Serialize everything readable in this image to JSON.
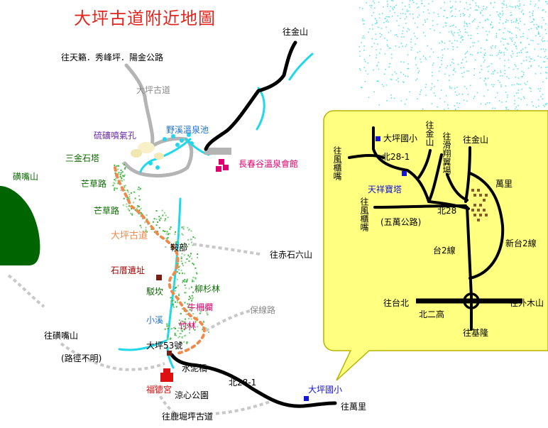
{
  "title": "大坪古道附近地圖",
  "colors": {
    "title": "#e2261f",
    "road": "#000000",
    "grey_trail": "#b4b4b4",
    "dotted_trail": "#c8c8c8",
    "river": "#1fd8ea",
    "inset_bg": "#ffff80",
    "inset_border": "#b9b400",
    "mountain": "#006400",
    "sky_speckle": "#54e0e6",
    "main_trail": "#f08a4b",
    "school_marker": "#1515d6",
    "onsen_marker": "#e0006f",
    "temple_marker": "#dd1111",
    "ruins_marker": "#7a1e12"
  },
  "labels": {
    "zhujinshan": "往金山",
    "tianlai": "往天籟．秀峰坪．陽金公路",
    "daping_old_road_top": "大坪古道",
    "liuhuang_fumarole": "硫礦噴氣孔",
    "yexi_hotspring": "野溪溫泉池",
    "sanjin_shita": "三金石塔",
    "changchungu": "長春谷溫泉會館",
    "mangcao_1": "芒草路",
    "mangcao_2": "芒草路",
    "kuanggaoshan": "磺嘴山",
    "daping_old_road_mid": "大坪古道",
    "ao_bu": "鞍部",
    "zhu_chishiliu": "往赤石六山",
    "shicuo_ruins": "石厝遺址",
    "liushan_forest": "柳杉林",
    "bo_kan": "駁坎",
    "niu_lan": "牛柵欄",
    "baoxian_road": "保線路",
    "xiaoxi": "小溪",
    "zhu_lin": "竹林",
    "zhu_kuanggaoshan": "往磺嘴山",
    "daping53": "大坪53號",
    "path_unclear": "(路徑不明)",
    "shuini_bridge": "水泥橋",
    "fude_temple": "福德宮",
    "liangxin_park": "涼心公園",
    "n28_1_main": "北28-1",
    "daping_school_main": "大坪國小",
    "zhu_wanli_main": "往萬里",
    "zhu_lujue_trail": "往鹿堀坪古道"
  },
  "inset_labels": {
    "daping_school": "大坪國小",
    "n28_1": "北28-1",
    "zhu_jinshan_a": "往金山",
    "zhu_huaxiang": "往滑翔翼場",
    "zhu_jinshan_b": "往金山",
    "zhu_fengguizui_a": "往風櫃嘴",
    "tianxiang_pagoda": "天祥寶塔",
    "wanli": "萬里",
    "zhu_fengguizui_b": "往風櫃嘴",
    "n28": "北28",
    "wuwan_road": "(五萬公路)",
    "tai2": "台2線",
    "new_tai2": "新台2線",
    "zhu_taipei": "往台北",
    "north2_freeway": "北二高",
    "zhu_waimushan": "往外木山",
    "zhu_keelung": "往基隆"
  },
  "icons": {
    "school": "square-marker-icon",
    "onsen": "double-square-marker-icon",
    "temple": "temple-icon",
    "ruins": "ruins-square-icon",
    "interchange": "interchange-circle-icon"
  }
}
